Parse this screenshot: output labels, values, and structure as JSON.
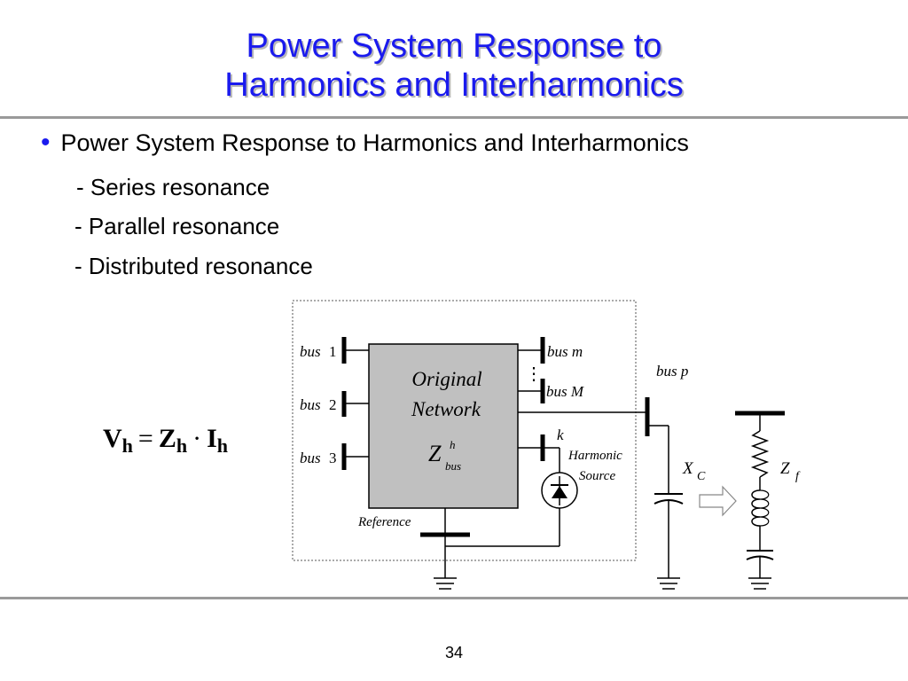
{
  "slide": {
    "title_line1": "Power System Response to",
    "title_line2": "Harmonics and Interharmonics",
    "bullet": "Power System Response to Harmonics and Interharmonics",
    "subitems": [
      "- Series resonance",
      "- Parallel resonance",
      "- Distributed resonance"
    ],
    "page_number": "34"
  },
  "equation": {
    "v": "V",
    "v_sub": "h",
    "eq": "=",
    "z": "Z",
    "z_sub": "h",
    "dot": "·",
    "i": "I",
    "i_sub": "h"
  },
  "diagram": {
    "bus1_label": "bus",
    "bus1_num": "1",
    "bus2_label": "bus",
    "bus2_num": "2",
    "bus3_label": "bus",
    "bus3_num": "3",
    "busm_label": "bus m",
    "busM_label": "bus M",
    "k_label": "k",
    "network_line1": "Original",
    "network_line2": "Network",
    "z_main": "Z",
    "z_sup": "h",
    "z_sub": "bus",
    "harmonic_line1": "Harmonic",
    "harmonic_line2": "Source",
    "reference_label": "Reference",
    "busp_label": "bus  p",
    "xc_main": "X",
    "xc_sub": "C",
    "zf_main": "Z",
    "zf_sub": "f",
    "ellipsis": "⋮"
  },
  "colors": {
    "title": "#1a1aee",
    "bullet": "#1a1aee",
    "network_fill": "#c0c0c0",
    "rule": "#9a9a9a"
  }
}
